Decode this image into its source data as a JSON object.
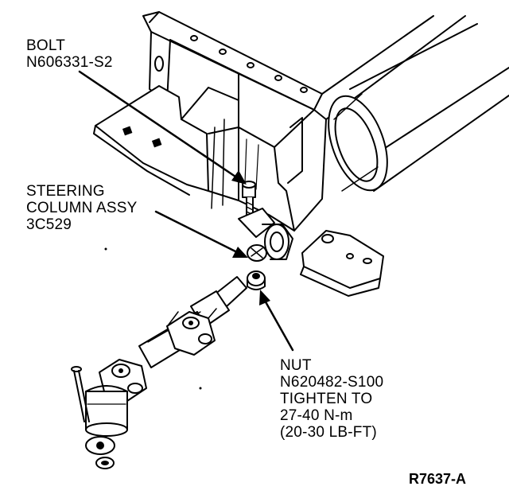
{
  "labels": {
    "bolt": {
      "name": "BOLT",
      "part": "N606331-S2"
    },
    "column": {
      "line1": "STEERING",
      "line2": "COLUMN ASSY",
      "part": "3C529"
    },
    "nut": {
      "name": "NUT",
      "part": "N620482-S100",
      "torque1": "TIGHTEN TO",
      "torque2": "27-40 N-m",
      "torque3": "(20-30 LB-FT)"
    }
  },
  "figure_id": "R7637-A",
  "colors": {
    "ink": "#000000",
    "paper": "#ffffff"
  }
}
